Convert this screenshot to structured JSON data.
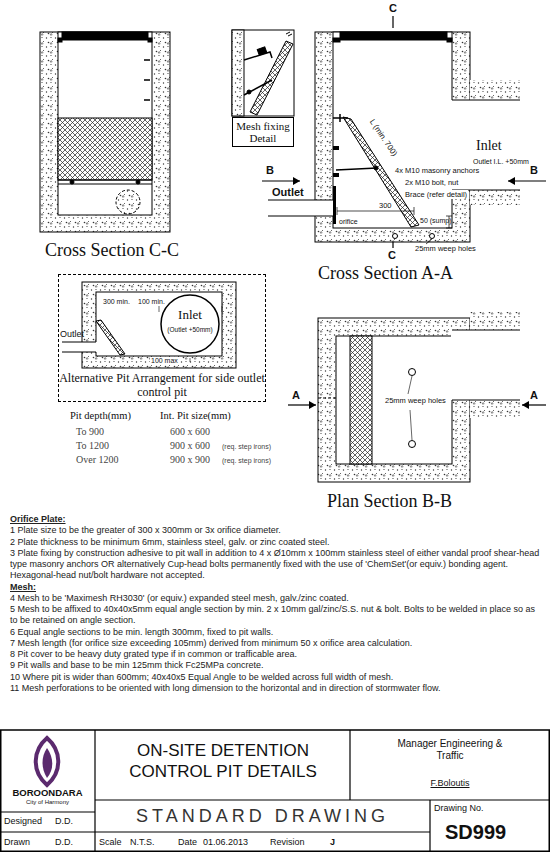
{
  "diagram": {
    "title": "ON-SITE DETENTION CONTROL PIT DETAILS",
    "nodes": [
      {
        "text": [
          "Mesh fixing Detail"
        ]
      },
      {
        "text": [
          "Alternative Pit Arrangement for side outlet control pit"
        ]
      },
      {
        "text": [
          "Inlet",
          "(Outlet +50mm)"
        ],
        "in": 1
      }
    ],
    "labels": [
      "C",
      "C",
      "L (min. 700)",
      "4x M10 masonry anchors",
      "2x M10 bolt, nut",
      "Brace (refer detail)",
      "B",
      "B",
      "300",
      "Outlet",
      "orifice",
      "Inlet",
      "Outlet I.L. +50mm",
      "50 (sump)",
      "25mm weep holes",
      "Cross Section C-C",
      "Cross Section A-A",
      "300 min.",
      "100 min.",
      "100 max",
      "Outlet",
      "Pit depth(mm)",
      "Int. Pit size(mm)",
      "To 900",
      "600 x 600",
      "To 1200",
      "900 x 600",
      "(req. step irons)",
      "Over 1200",
      "900 x 900",
      "(req. step irons)",
      "A",
      "A",
      "25mm weep holes",
      "Plan Section B-B",
      "Orifice Plate:",
      "1 Plate size to be the greater of 300 x 300mm or 3x orifice diameter.",
      "2 Plate thickness to be minimum 6mm, stainless steel, galv. or zinc coated steel.",
      "3 Plate fixing by construction adhesive to pit wall in addition to 4 x Ø10mm x 100mm stainless steel of either vandal proof shear-head type masonry anchors OR alternatively Cup-head bolts permanently fixed with the use of 'ChemSet'(or equiv.) bonding agent. Hexagonal-head nut/bolt hardware not accepted.",
      "Mesh:",
      "4 Mesh to be 'Maximesh RH3030' (or equiv.) expanded steel mesh, galv./zinc coated.",
      "5 Mesh to be affixed to 40x40x5mm equal angle section by min. 2 x 10mm gal/zinc/S.S. nut & bolt. Bolts to be welded in place so as to be retained on angle section.",
      "6 Equal angle sections to be min. length 300mm, fixed to pit walls.",
      "7 Mesh length (for orifice size exceeding 105mm) derived from minimum 50 x orifice area calculation.",
      "8 Pit cover to be heavy duty grated type if in common or trafficable area.",
      "9 Pit walls and base to be min 125mm thick Fc25MPa concrete.",
      "10 Where pit is wider than 600mm; 40x40x5 Equal Angle to be welded across full width of mesh.",
      "11 Mesh perforations to be oriented with long dimension to the horizontal and in direction of stormwater flow.",
      "BOROONDARA",
      "City of Harmony",
      "Manager Engineering & Traffic",
      "F.Boloutis",
      "STANDARD DRAWING",
      "Drawing No.",
      "SD999",
      "Designed",
      "D.D.",
      "Drawn",
      "D.D.",
      "Scale",
      "N.T.S.",
      "Date",
      "01.06.2013",
      "Revision",
      "J"
    ]
  }
}
